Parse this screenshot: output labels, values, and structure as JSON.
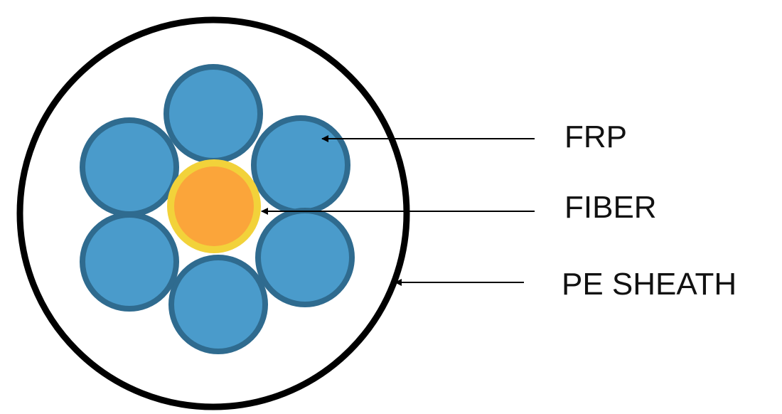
{
  "labels": {
    "frp": "FRP",
    "fiber": "FIBER",
    "pe_sheath": "PE SHEATH"
  },
  "colors": {
    "sheath_stroke": "#000000",
    "frp_fill": "#4a9bcb",
    "frp_stroke": "#2f6b8f",
    "fiber_fill": "#fba53a",
    "fiber_ring": "#f2d23a",
    "arrow": "#000000",
    "background": "#ffffff"
  },
  "components": {
    "frp_rod_count": 6,
    "fiber_count": 1
  }
}
